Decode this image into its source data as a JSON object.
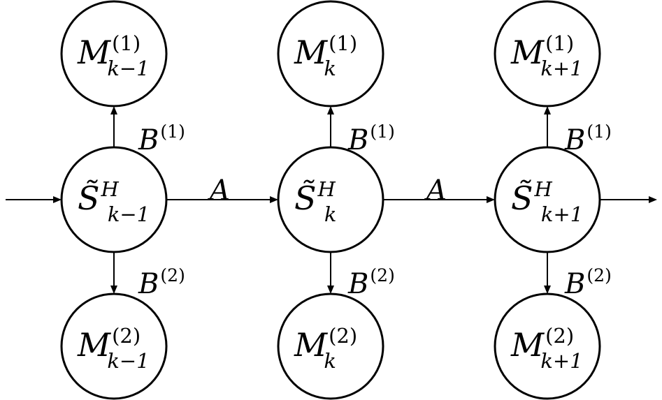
{
  "nodes": [
    {
      "id": "s1",
      "base": "S",
      "tilde": true,
      "sup": "H",
      "sub": "k−1"
    },
    {
      "id": "s2",
      "base": "S",
      "tilde": true,
      "sup": "H",
      "sub": "k"
    },
    {
      "id": "s3",
      "base": "S",
      "tilde": true,
      "sup": "H",
      "sub": "k+1"
    },
    {
      "id": "m1a",
      "base": "M",
      "sup": "(1)",
      "sub": "k−1"
    },
    {
      "id": "m2a",
      "base": "M",
      "sup": "(1)",
      "sub": "k"
    },
    {
      "id": "m3a",
      "base": "M",
      "sup": "(1)",
      "sub": "k+1"
    },
    {
      "id": "m1b",
      "base": "M",
      "sup": "(2)",
      "sub": "k−1"
    },
    {
      "id": "m2b",
      "base": "M",
      "sup": "(2)",
      "sub": "k"
    },
    {
      "id": "m3b",
      "base": "M",
      "sup": "(2)",
      "sub": "k+1"
    }
  ],
  "edges": [
    {
      "from": "in",
      "to": "s1"
    },
    {
      "from": "s1",
      "to": "s2",
      "label": {
        "base": "A"
      }
    },
    {
      "from": "s2",
      "to": "s3",
      "label": {
        "base": "A"
      }
    },
    {
      "from": "s3",
      "to": "out"
    },
    {
      "from": "s1",
      "to": "m1a",
      "label": {
        "base": "B",
        "sup": "(1)"
      }
    },
    {
      "from": "s2",
      "to": "m2a",
      "label": {
        "base": "B",
        "sup": "(1)"
      }
    },
    {
      "from": "s3",
      "to": "m3a",
      "label": {
        "base": "B",
        "sup": "(1)"
      }
    },
    {
      "from": "s1",
      "to": "m1b",
      "label": {
        "base": "B",
        "sup": "(2)"
      }
    },
    {
      "from": "s2",
      "to": "m2b",
      "label": {
        "base": "B",
        "sup": "(2)"
      }
    },
    {
      "from": "s3",
      "to": "m3b",
      "label": {
        "base": "B",
        "sup": "(2)"
      }
    }
  ]
}
